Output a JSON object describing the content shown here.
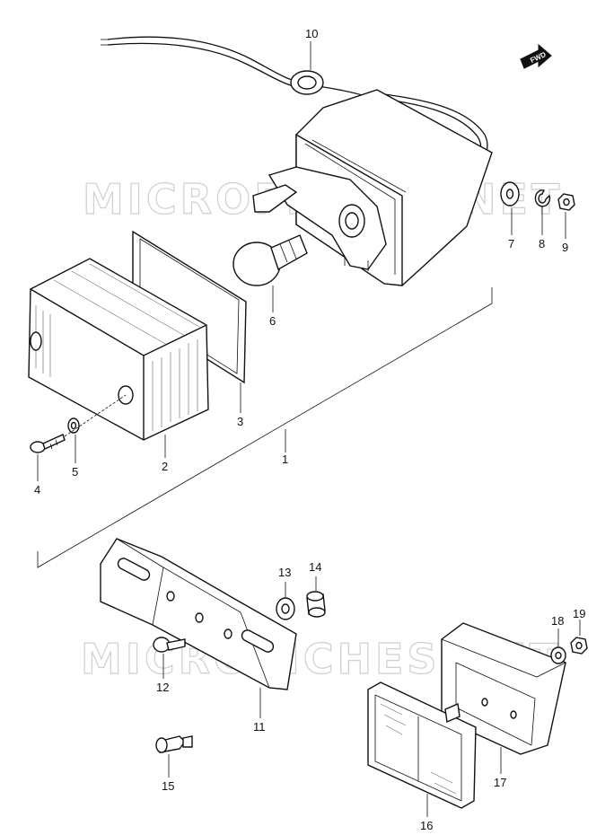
{
  "watermark": "MICROFICHES.NET",
  "fwd_label": "FWD",
  "callouts": [
    {
      "id": "p1",
      "label": "1"
    },
    {
      "id": "p2",
      "label": "2"
    },
    {
      "id": "p3",
      "label": "3"
    },
    {
      "id": "p4",
      "label": "4"
    },
    {
      "id": "p5",
      "label": "5"
    },
    {
      "id": "p6",
      "label": "6"
    },
    {
      "id": "p7",
      "label": "7"
    },
    {
      "id": "p8",
      "label": "8"
    },
    {
      "id": "p9",
      "label": "9"
    },
    {
      "id": "p10",
      "label": "10"
    },
    {
      "id": "p11",
      "label": "11"
    },
    {
      "id": "p12",
      "label": "12"
    },
    {
      "id": "p13",
      "label": "13"
    },
    {
      "id": "p14",
      "label": "14"
    },
    {
      "id": "p15",
      "label": "15"
    },
    {
      "id": "p16",
      "label": "16"
    },
    {
      "id": "p17",
      "label": "17"
    },
    {
      "id": "p18",
      "label": "18"
    },
    {
      "id": "p19",
      "label": "19"
    }
  ]
}
